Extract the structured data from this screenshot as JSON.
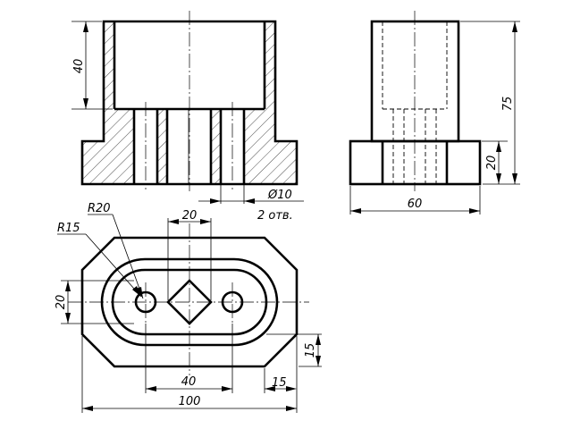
{
  "front_view": {
    "dim_height": "40",
    "dim_hole": "Ø10",
    "hole_count": "2 отв."
  },
  "side_view": {
    "dim_height_total": "75",
    "dim_base_height": "20",
    "dim_width": "60"
  },
  "top_view": {
    "radius_outer": "R20",
    "radius_inner": "R15",
    "dim_square": "20",
    "dim_slot_width": "20",
    "dim_hole_spacing": "40",
    "dim_overall_length": "100",
    "dim_chamfer_h": "15",
    "dim_chamfer_v": "15"
  }
}
